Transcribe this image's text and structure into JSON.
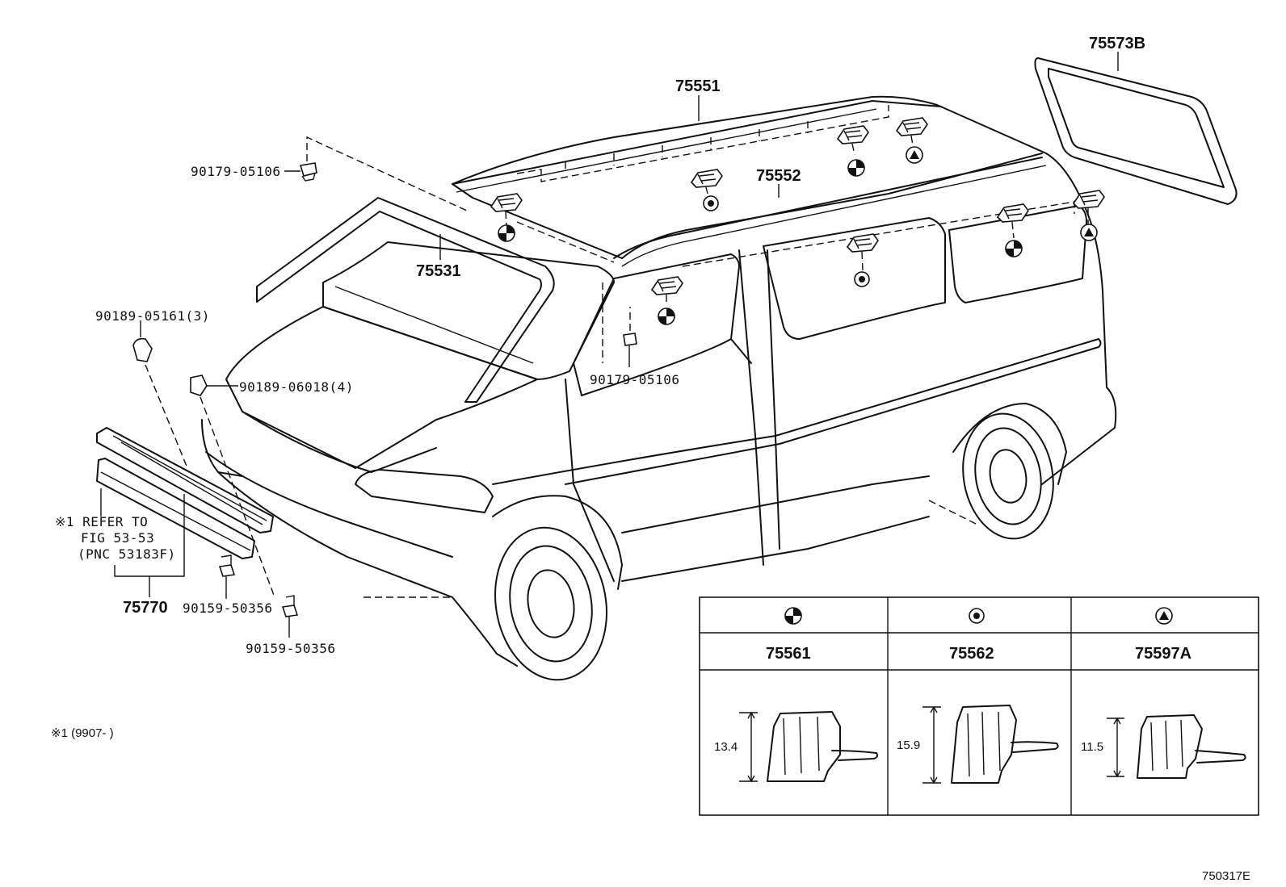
{
  "diagram_code": "750317E",
  "note": "※1 (9907-      )",
  "parts": {
    "roof_rack_rear_glass_weatherstrip": "75573B",
    "roof_molding_left": "75551",
    "roof_molding_right": "75552",
    "windshield_molding": "75531",
    "clip_upper": "90179-05106",
    "clip_pillar": "90179-05106",
    "screw_grille_upper": "90189-05161(3)",
    "clip_grille": "90189-06018(4)",
    "grille_molding": "75770",
    "bolt_grille_left": "90159-50356",
    "bolt_grille_right": "90159-50356"
  },
  "refer_note": {
    "line1": "※1 REFER TO",
    "line2": "FIG 53-53",
    "line3": "(PNC 53183F)"
  },
  "legend_table": {
    "columns": [
      {
        "symbol": "half-filled-circle",
        "part": "75561",
        "dimension": "13.4"
      },
      {
        "symbol": "dot-circle",
        "part": "75562",
        "dimension": "15.9"
      },
      {
        "symbol": "triangle-circle",
        "part": "75597A",
        "dimension": "11.5"
      }
    ]
  }
}
